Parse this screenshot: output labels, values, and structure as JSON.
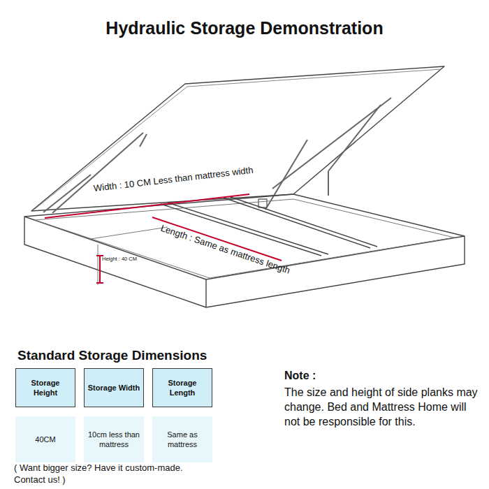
{
  "diagram": {
    "title": "Hydraulic Storage Demonstration",
    "labels": [
      "Width : 10 CM Less than mattress width",
      "Length : Same as mattress length",
      "Height : 40 CM",
      "Standard Storage Dimensions",
      "Storage Height",
      "Storage Width",
      "Storage Length",
      "40CM",
      "10cm less than mattress",
      "Same as mattress",
      "( Want bigger size? Have it custom-made. Contact us! )",
      "Note :",
      "The size and height of side planks may change. Bed and Mattress Home will not be responsible for this."
    ]
  }
}
